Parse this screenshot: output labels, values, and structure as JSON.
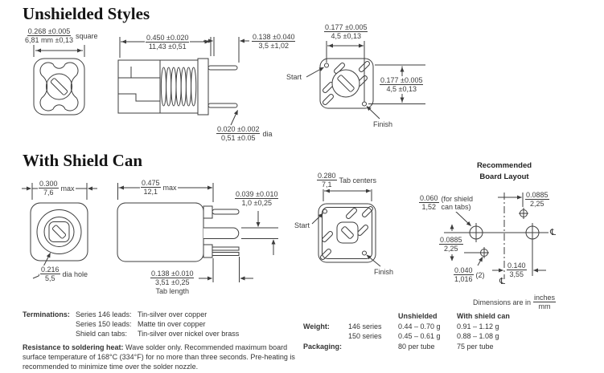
{
  "page": {
    "title1": "Unshielded Styles",
    "title2": "With Shield Can"
  },
  "unshielded": {
    "sq": {
      "in": "0.268 ±0.005",
      "mm": "6,81 mm ±0,13",
      "suffix": "square"
    },
    "len": {
      "in": "0.450 ±0.020",
      "mm": "11,43 ±0,51"
    },
    "lead": {
      "in": "0.138 ±0.040",
      "mm": "3,5 ±1,02"
    },
    "dia": {
      "in": "0.020 ±0.002",
      "mm": "0,51 ±0.05",
      "suffix": "dia"
    },
    "pitch_h": {
      "in": "0.177 ±0.005",
      "mm": "4,5 ±0,13"
    },
    "pitch_v": {
      "in": "0.177 ±0.005",
      "mm": "4,5 ±0,13"
    },
    "start": "Start",
    "finish": "Finish"
  },
  "shield": {
    "width": {
      "in": "0.300",
      "mm": "7,6",
      "suffix": "max"
    },
    "len": {
      "in": "0.475",
      "mm": "12,1",
      "suffix": "max"
    },
    "hole": {
      "in": "0.216",
      "mm": "5,5",
      "suffix": "dia hole"
    },
    "gap": {
      "in": "0.039 ±0.010",
      "mm": "1,0 ±0,25"
    },
    "tab_len": {
      "in": "0.138 ±0.010",
      "mm": "3,51 ±0,25",
      "suffix": "Tab length"
    },
    "centers": {
      "in": "0.280",
      "mm": "7,1",
      "suffix": "Tab centers"
    },
    "start": "Start",
    "finish": "Finish"
  },
  "board": {
    "title_line1": "Recommended",
    "title_line2": "Board Layout",
    "tab_hole": {
      "in": "0.060",
      "mm": "1,52",
      "suffix": "(for shield can tabs)"
    },
    "off_x": {
      "in": "0.0885",
      "mm": "2,25"
    },
    "off_y": {
      "in": "0.0885",
      "mm": "2,25"
    },
    "hole2": {
      "in": "0.040",
      "mm": "1,016",
      "suffix": "(2)"
    },
    "pitch": {
      "in": "0.140",
      "mm": "3,55"
    },
    "centerline": "℄",
    "note_prefix": "Dimensions are in",
    "note_in": "inches",
    "note_mm": "mm"
  },
  "notes": {
    "terminations_label": "Terminations:",
    "terminations": [
      {
        "item": "Series 146 leads:",
        "value": "Tin-silver over copper"
      },
      {
        "item": "Series 150 leads:",
        "value": "Matte tin over copper"
      },
      {
        "item": "Shield can tabs:",
        "value": "Tin-silver over nickel over brass"
      }
    ],
    "soldering_label": "Resistance to soldering heat:",
    "soldering_text": "Wave solder only. Recommended maximum board surface temperature of 168°C (334°F) for no more than three seconds. Pre-heating is recommended to minimize time over the solder nozzle."
  },
  "spec_table": {
    "col_unshielded": "Unshielded",
    "col_shield": "With shield can",
    "weight_label": "Weight:",
    "rows": [
      {
        "series": "146 series",
        "unshielded": "0.44 – 0.70 g",
        "shield": "0.91 – 1.12 g"
      },
      {
        "series": "150 series",
        "unshielded": "0.45 – 0.61 g",
        "shield": "0.88 – 1.08 g"
      }
    ],
    "packaging_label": "Packaging:",
    "packaging_unshielded": "80 per tube",
    "packaging_shield": "75 per tube"
  }
}
